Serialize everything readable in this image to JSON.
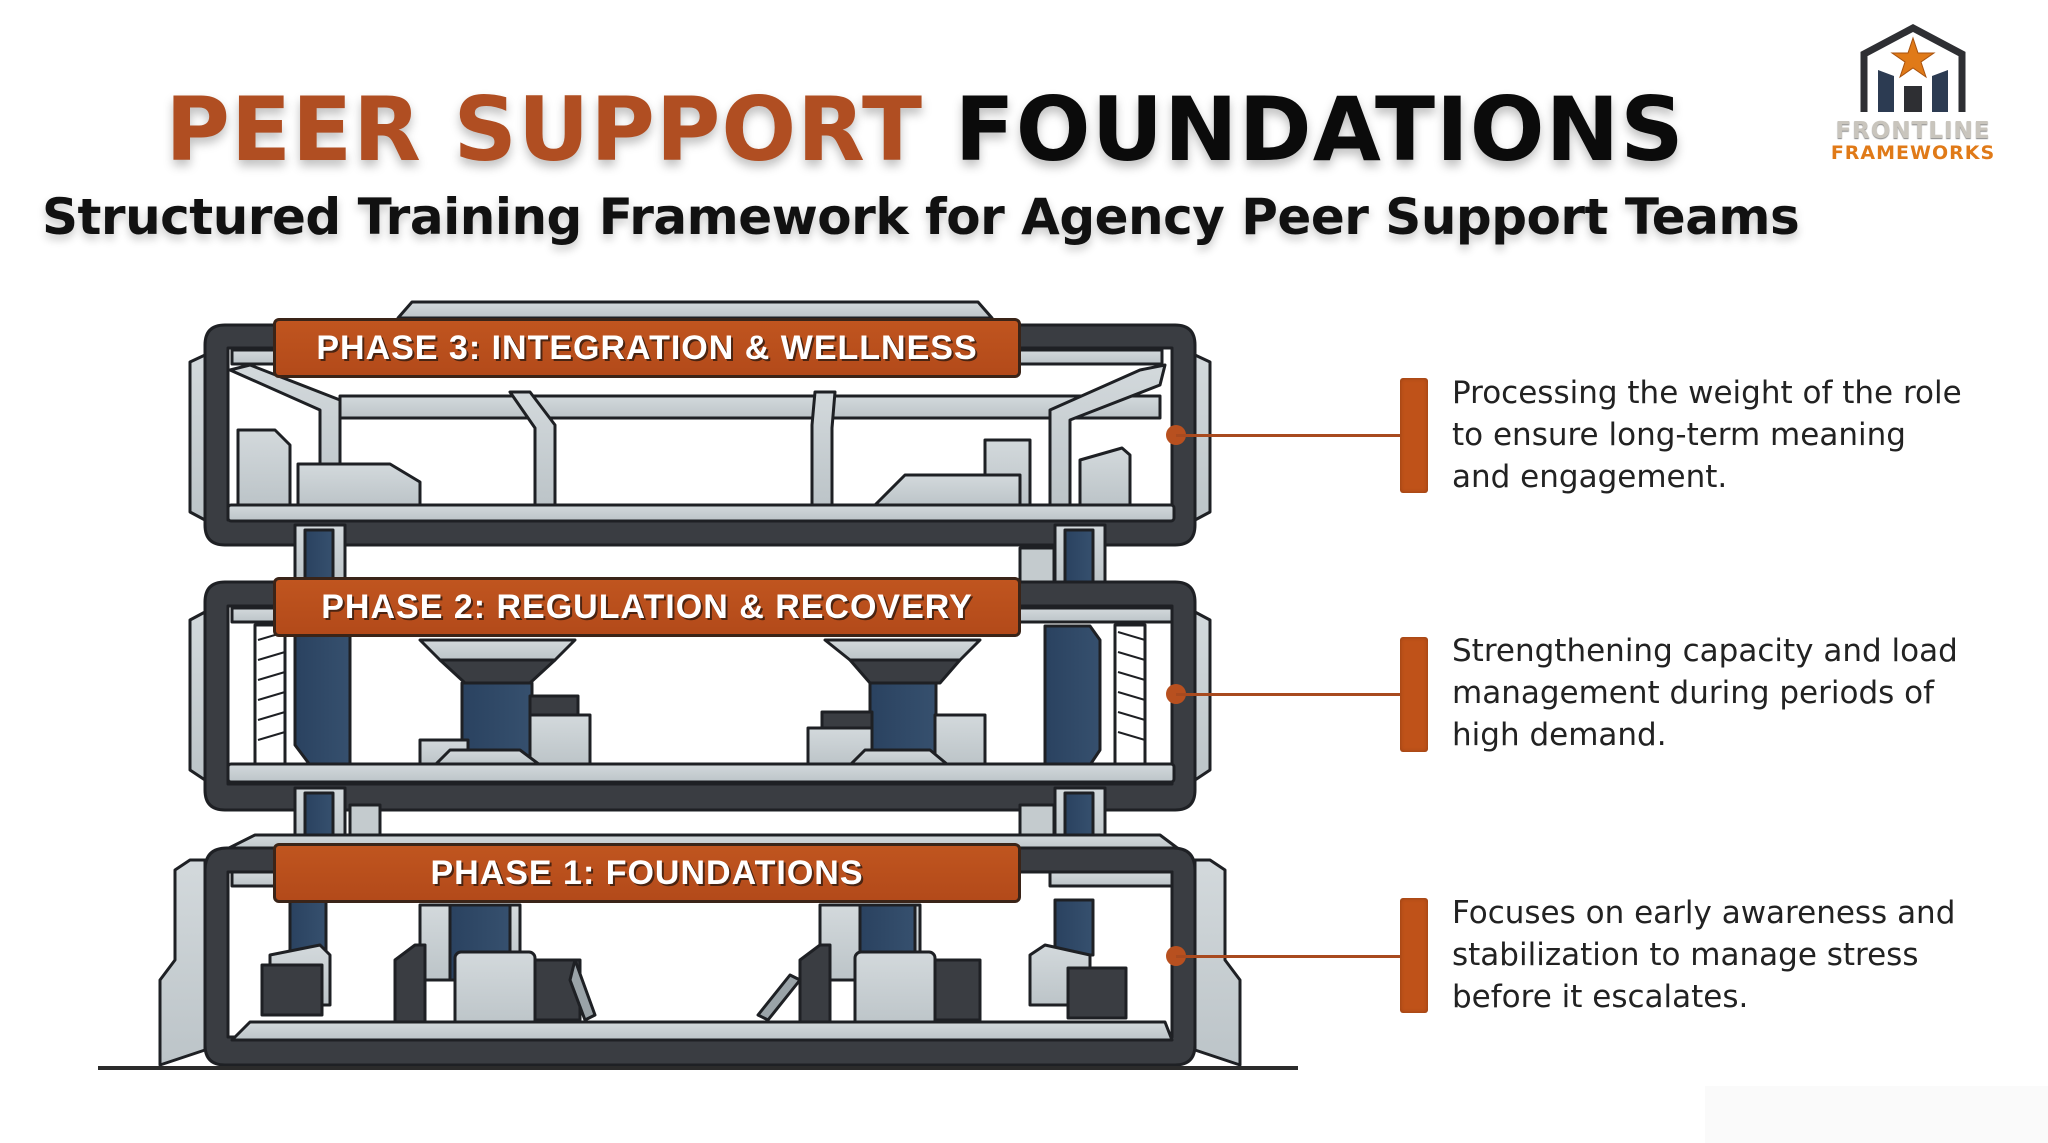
{
  "header": {
    "title_accent": "PEER SUPPORT",
    "title_main": "FOUNDATIONS",
    "subtitle": "Structured Training Framework for Agency Peer Support Teams"
  },
  "logo": {
    "line1": "FRONTLINE",
    "line2": "FRAMEWORKS",
    "icon": "house-star-icon"
  },
  "phases": [
    {
      "label": "PHASE 3: INTEGRATION & WELLNESS",
      "description": "Processing the weight of the role to ensure long-term meaning and engagement."
    },
    {
      "label": "PHASE 2: REGULATION & RECOVERY",
      "description": "Strengthening capacity and load management during periods of high demand."
    },
    {
      "label": "PHASE 1: FOUNDATIONS",
      "description": "Focuses on early awareness and stabilization to manage stress before it escalates."
    }
  ],
  "colors": {
    "accent": "#B04E22",
    "label_bg": "#BF5219",
    "frame_dark": "#3A3D42",
    "frame_light": "#C9D0D3",
    "column_blue": "#2E4A68"
  }
}
